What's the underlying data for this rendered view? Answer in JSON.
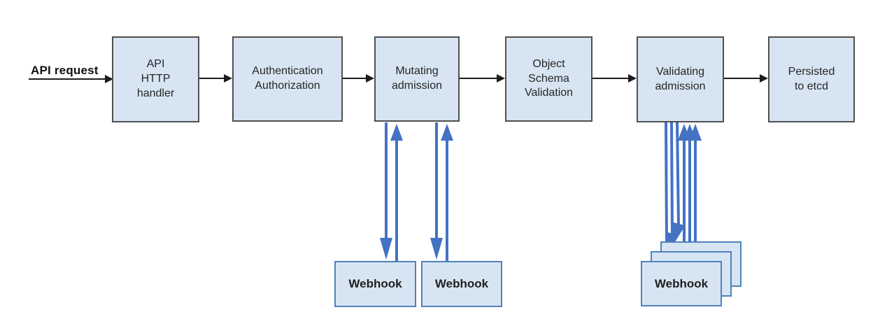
{
  "diagram": {
    "request_label": "API request",
    "pipeline": [
      {
        "id": "api-http-handler",
        "label": "API\nHTTP\nhandler"
      },
      {
        "id": "authentication-authorization",
        "label": "Authentication\nAuthorization"
      },
      {
        "id": "mutating-admission",
        "label": "Mutating\nadmission"
      },
      {
        "id": "object-schema-validation",
        "label": "Object\nSchema\nValidation"
      },
      {
        "id": "validating-admission",
        "label": "Validating\nadmission"
      },
      {
        "id": "persisted-to-etcd",
        "label": "Persisted\nto etcd"
      }
    ],
    "webhooks": {
      "mutating": [
        {
          "label": "Webhook"
        },
        {
          "label": "Webhook"
        }
      ],
      "validating": [
        {
          "label": "Webhook"
        }
      ]
    },
    "colors": {
      "box_fill": "#d7e5f2",
      "box_border": "#4f4f4f",
      "webhook_border": "#4f81bd",
      "arrow_blue": "#4472c4",
      "arrow_black": "#1c1c1c"
    }
  }
}
